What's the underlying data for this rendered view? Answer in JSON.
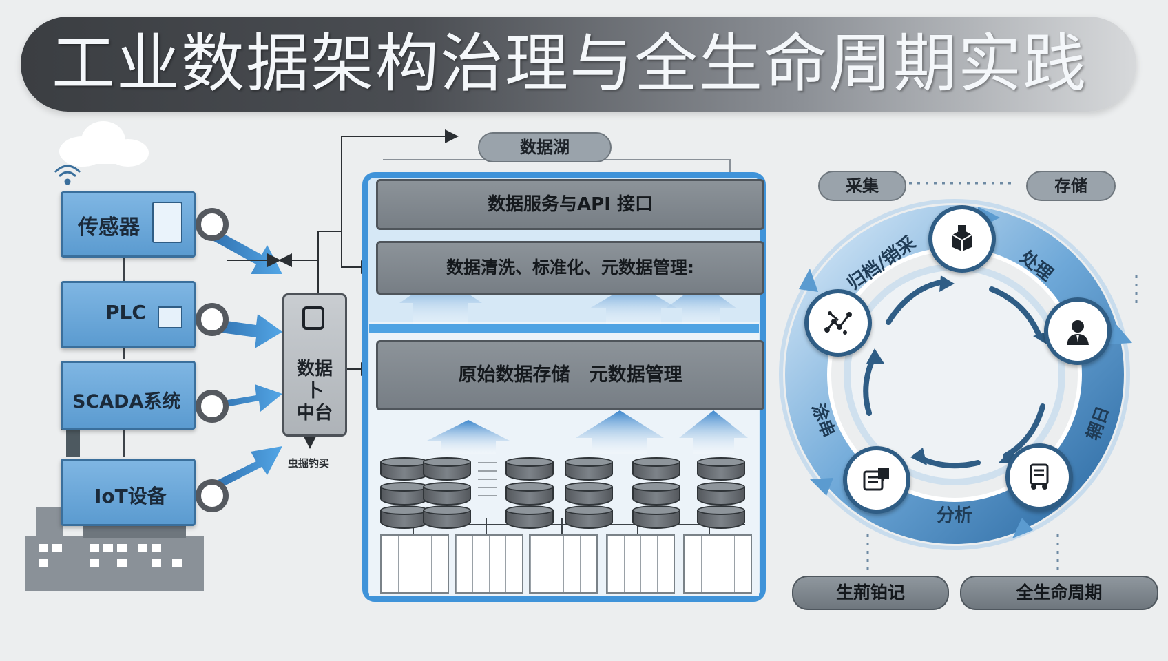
{
  "title": "工业数据架构治理与全生命周期实践",
  "devices": [
    {
      "label": "传感器"
    },
    {
      "label": "PLC"
    },
    {
      "label": "SCADA系统"
    },
    {
      "label": "IoT设备"
    }
  ],
  "hub": {
    "line1": "数据",
    "line2": "卜",
    "line3": "中台",
    "below": "虫掘钓买"
  },
  "data_lake": {
    "title": "数据湖",
    "layers": [
      "数据服务与API 接口",
      "数据清洗、标准化、元数据管理:",
      "原始数据存储   元数据管理"
    ]
  },
  "lifecycle": {
    "top_left_pill": "采集",
    "top_right_pill": "存储",
    "arc_labels": {
      "archive": "归档/销采",
      "process": "处理",
      "right": "辋日",
      "left": "涂串",
      "analyze": "分析"
    },
    "nodes": [
      {
        "icon": "box-stack-icon"
      },
      {
        "icon": "person-icon"
      },
      {
        "icon": "document-gear-icon"
      },
      {
        "icon": "report-chat-icon"
      },
      {
        "icon": "network-chart-icon"
      }
    ],
    "bottom_left_pill": "生荊铂记",
    "bottom_right_pill": "全生命周期"
  },
  "colors": {
    "accent_blue": "#4a95d6",
    "dark_blue": "#2f5d85",
    "gray_panel": "#7b8288"
  }
}
